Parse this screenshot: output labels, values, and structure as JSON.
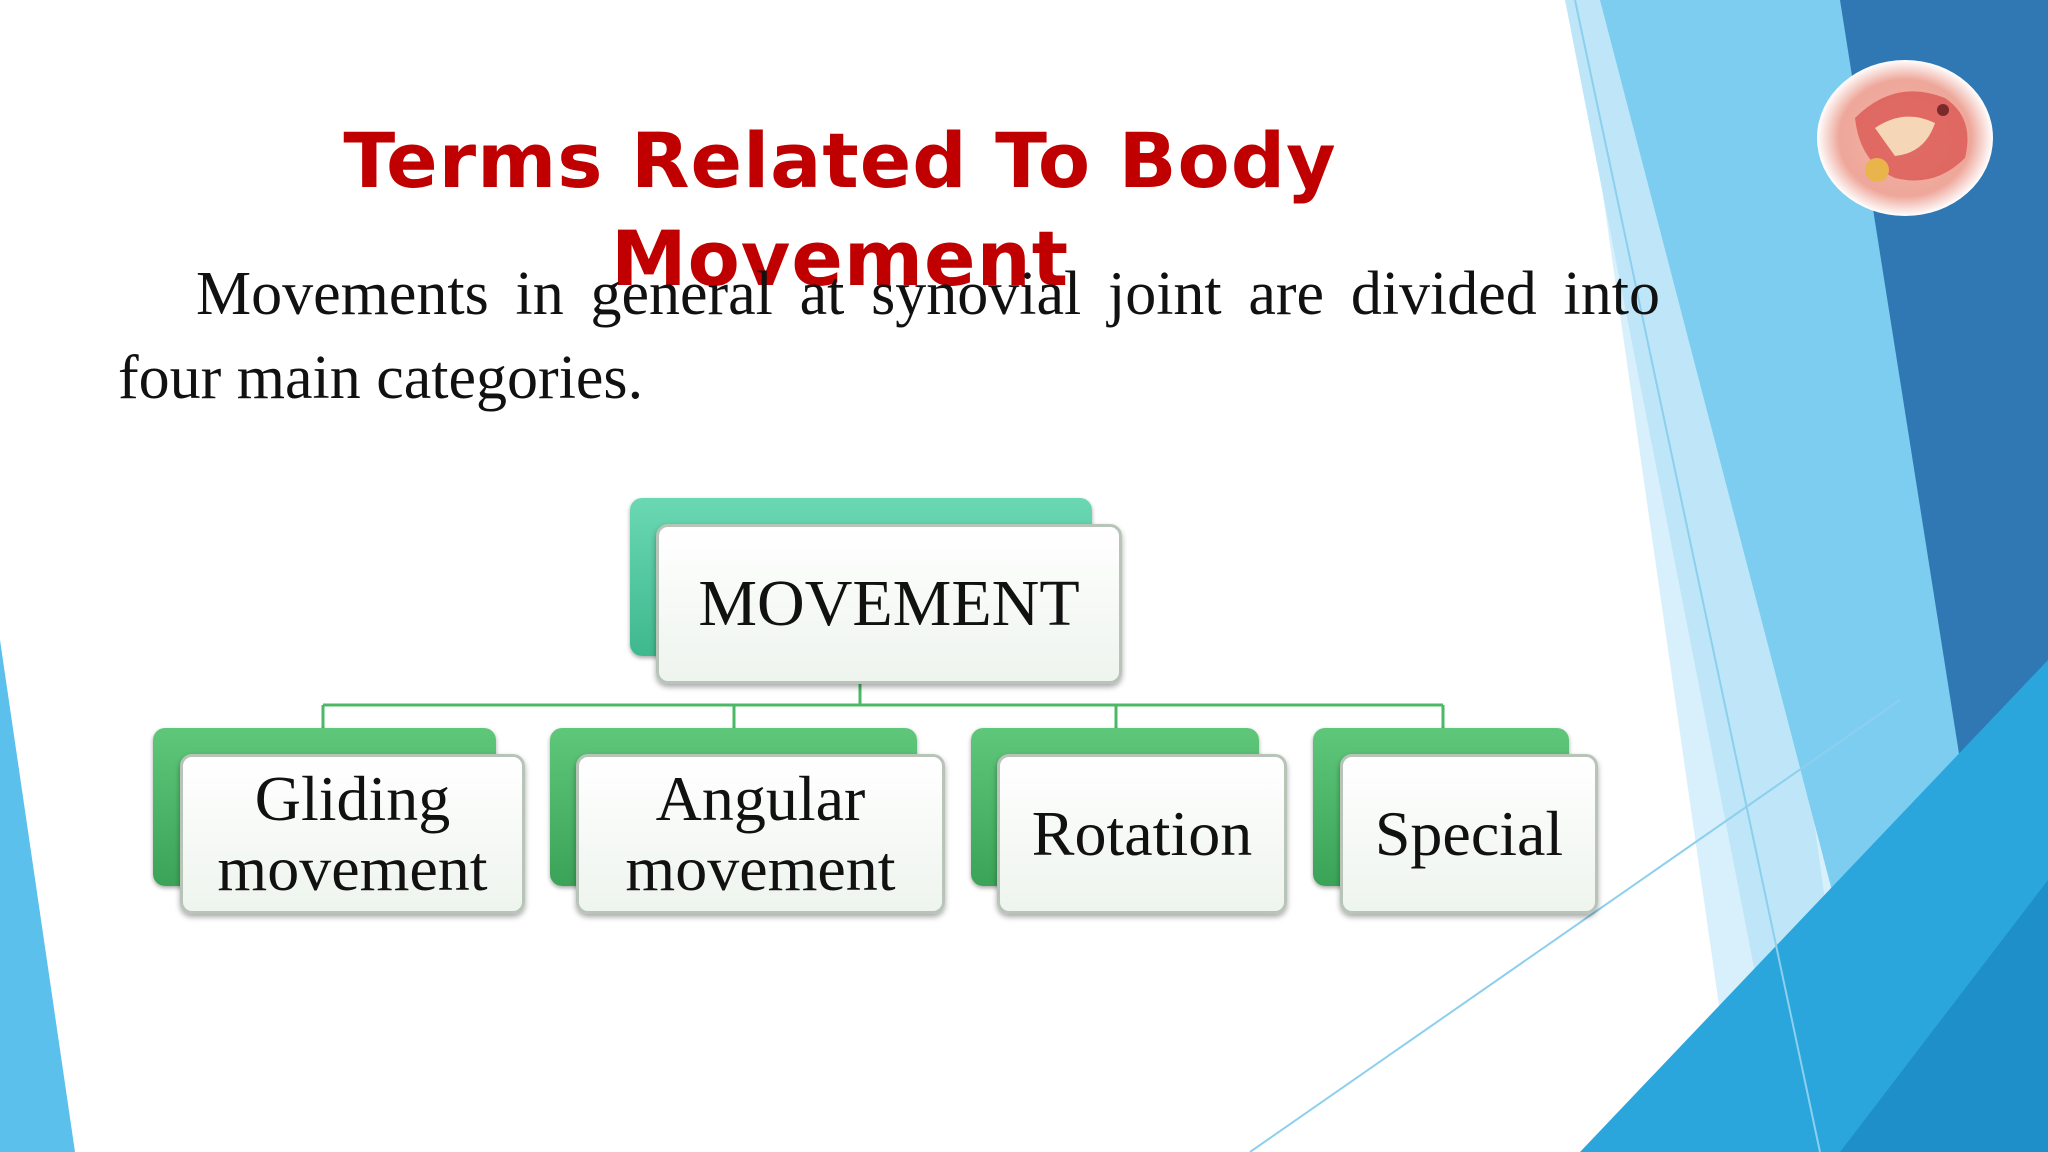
{
  "slide": {
    "title": "Terms Related To Body Movement",
    "body_text": "Movements in general at synovial joint are divided into four main categories."
  },
  "diagram": {
    "root": "MOVEMENT",
    "children": [
      {
        "line1": "Gliding",
        "line2": "movement"
      },
      {
        "line1": "Angular",
        "line2": "movement"
      },
      {
        "line1": "Rotation",
        "line2": ""
      },
      {
        "line1": "Special",
        "line2": ""
      }
    ]
  },
  "colors": {
    "title": "#c00000",
    "box_green": "#4cb865",
    "box_teal": "#52c9a0",
    "connector": "#4cb865",
    "accent_blue": "#29a8e0"
  },
  "icons": {
    "logo": "anatomy-muscle-illustration-icon"
  }
}
